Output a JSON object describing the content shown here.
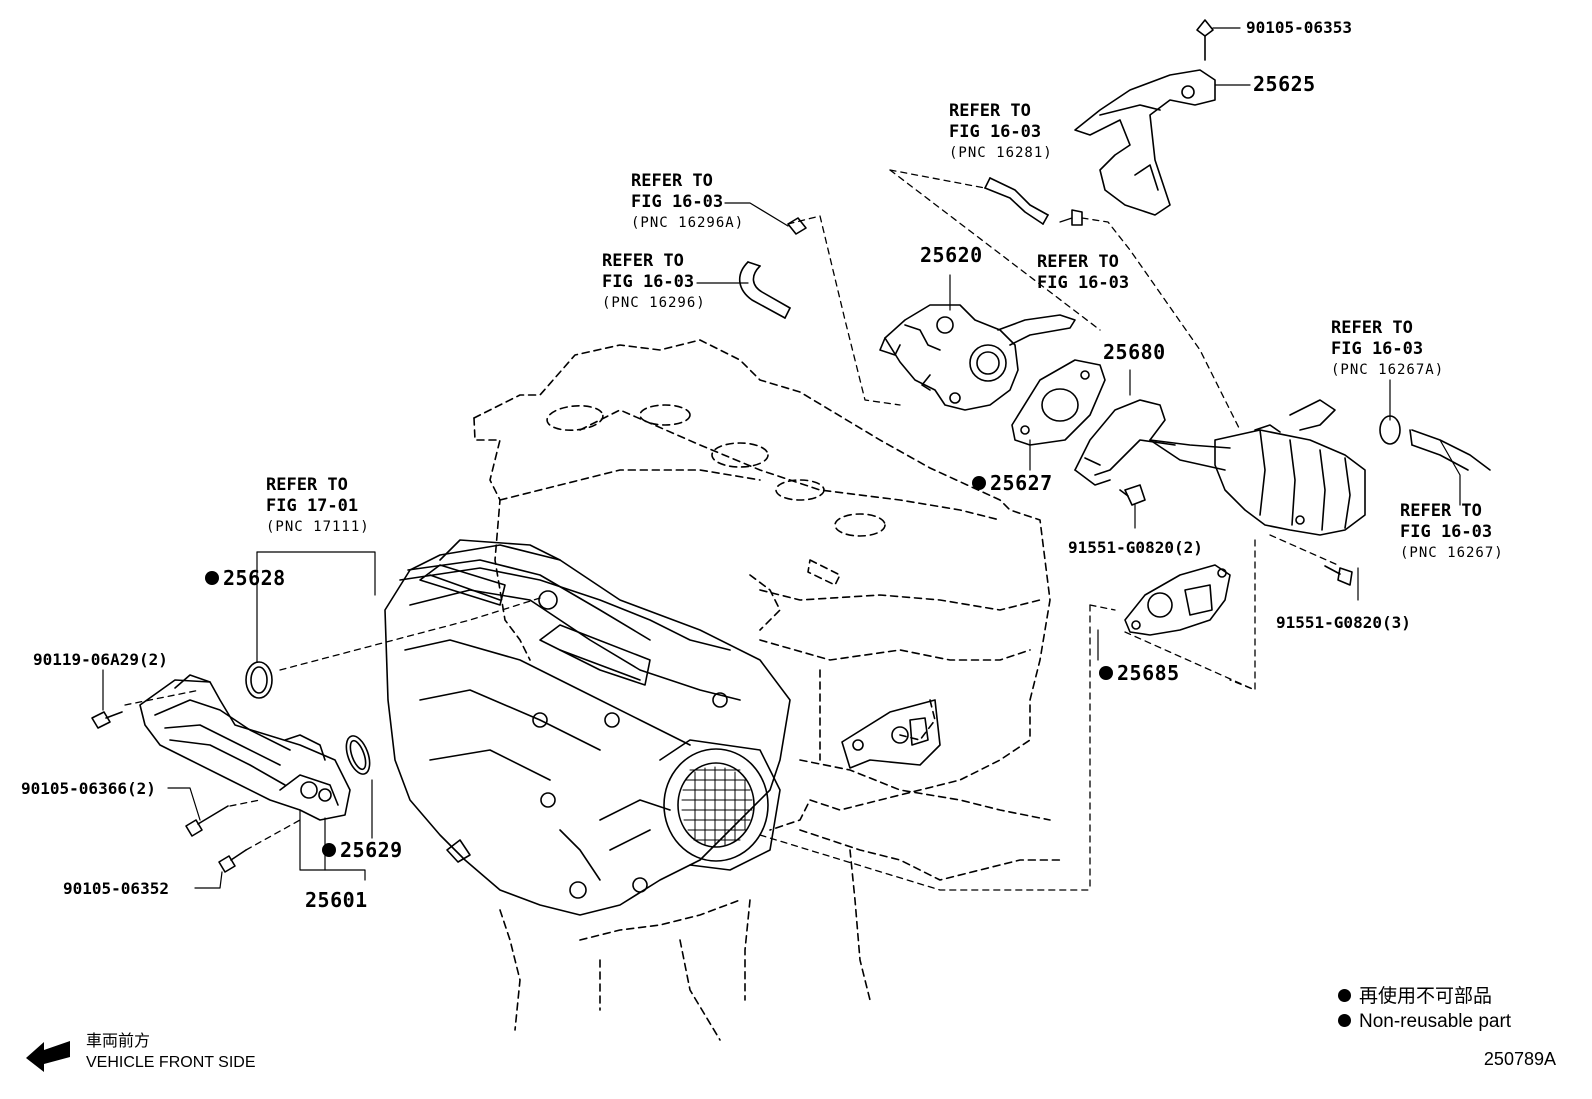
{
  "refs": {
    "r16296a": {
      "l1": "REFER TO",
      "l2": "FIG 16-03",
      "l3": "(PNC 16296A)"
    },
    "r16296": {
      "l1": "REFER TO",
      "l2": "FIG 16-03",
      "l3": "(PNC 16296)"
    },
    "r16281": {
      "l1": "REFER TO",
      "l2": "FIG 16-03",
      "l3": "(PNC 16281)"
    },
    "r1603": {
      "l1": "REFER TO",
      "l2": "FIG 16-03"
    },
    "r16267a": {
      "l1": "REFER TO",
      "l2": "FIG 16-03",
      "l3": "(PNC 16267A)"
    },
    "r16267": {
      "l1": "REFER TO",
      "l2": "FIG 16-03",
      "l3": "(PNC 16267)"
    },
    "r17111": {
      "l1": "REFER TO",
      "l2": "FIG 17-01",
      "l3": "(PNC 17111)"
    }
  },
  "parts": {
    "p90105_06353": "90105-06353",
    "p25625": "25625",
    "p25620": "25620",
    "p25680": "25680",
    "p25627": "25627",
    "p91551_2": "91551-G0820(2)",
    "p91551_3": "91551-G0820(3)",
    "p25685": "25685",
    "p25628": "25628",
    "p90119": "90119-06A29(2)",
    "p90105_06366": "90105-06366(2)",
    "p25629": "25629",
    "p90105_06352": "90105-06352",
    "p25601": "25601"
  },
  "legend": {
    "jp": "再使用不可部品",
    "en": "Non-reusable part"
  },
  "front": {
    "jp": "車両前方",
    "en": "VEHICLE FRONT SIDE"
  },
  "figure_code": "250789A"
}
